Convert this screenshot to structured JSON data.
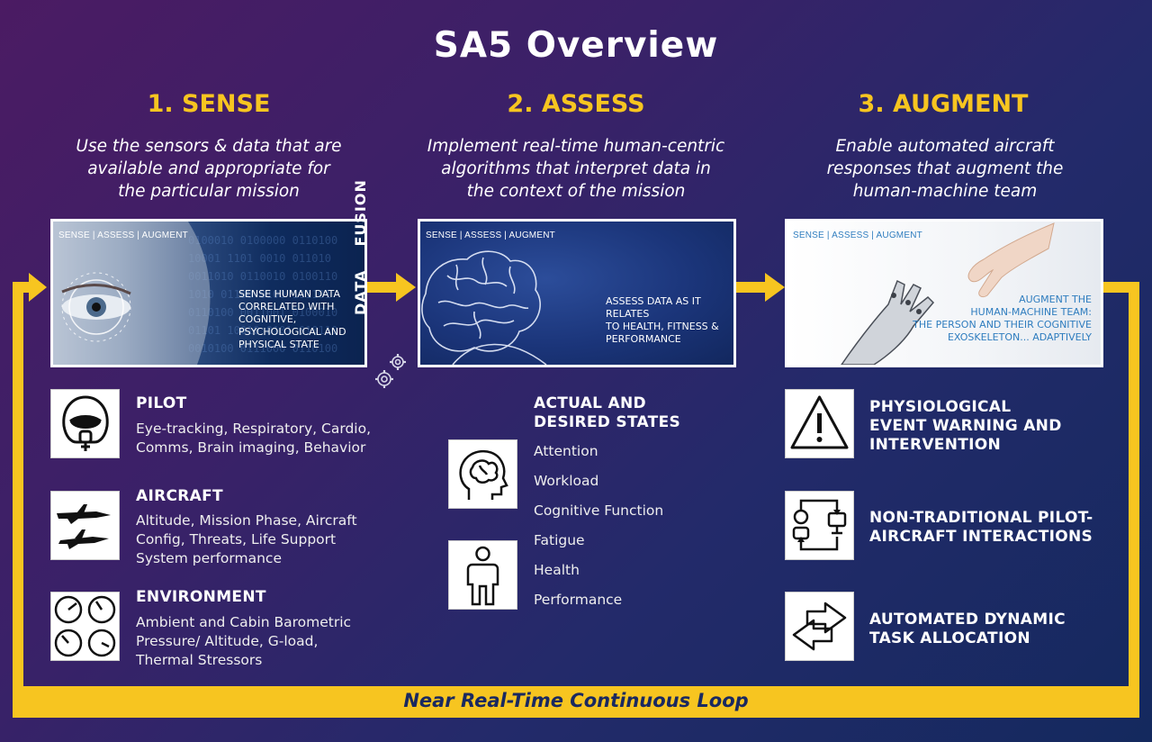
{
  "title": "SA5 Overview",
  "columns": [
    {
      "heading": "1. SENSE",
      "description": [
        "Use the sensors & data that are",
        "available and appropriate for",
        "the particular mission"
      ],
      "panel_tag": "SENSE | ASSESS | AUGMENT",
      "panel_caption": [
        "SENSE HUMAN DATA",
        "CORRELATED WITH COGNITIVE,",
        "PSYCHOLOGICAL AND",
        "PHYSICAL STATE"
      ]
    },
    {
      "heading": "2. ASSESS",
      "description": [
        "Implement real-time human-centric",
        "algorithms that interpret data in",
        "the context of the mission"
      ],
      "panel_tag": "SENSE | ASSESS | AUGMENT",
      "panel_caption": [
        "ASSESS DATA AS IT RELATES",
        "TO HEALTH, FITNESS &",
        "PERFORMANCE"
      ]
    },
    {
      "heading": "3. AUGMENT",
      "description": [
        "Enable automated aircraft",
        "responses that augment the",
        "human-machine team"
      ],
      "panel_tag": "SENSE | ASSESS | AUGMENT",
      "panel_caption": [
        "AUGMENT THE",
        "HUMAN-MACHINE TEAM:",
        "THE PERSON AND THEIR COGNITIVE",
        "EXOSKELETON... ADAPTIVELY"
      ]
    }
  ],
  "fusion": {
    "word1": "DATA",
    "word2": "FUSION"
  },
  "sense_items": [
    {
      "heading": "PILOT",
      "lines": [
        "Eye-tracking, Respiratory, Cardio,",
        "Comms, Brain imaging, Behavior"
      ],
      "icon": "pilot-helmet-icon"
    },
    {
      "heading": "AIRCRAFT",
      "lines": [
        "Altitude, Mission Phase, Aircraft",
        "Config, Threats, Life Support",
        "System performance"
      ],
      "icon": "fighter-jets-icon"
    },
    {
      "heading": "ENVIRONMENT",
      "lines": [
        "Ambient and Cabin Barometric",
        "Pressure/ Altitude, G-load,",
        "Thermal Stressors"
      ],
      "icon": "gauges-icon"
    }
  ],
  "assess": {
    "heading": [
      "ACTUAL AND",
      "DESIRED STATES"
    ],
    "states": [
      "Attention",
      "Workload",
      "Cognitive Function",
      "Fatigue",
      "Health",
      "Performance"
    ]
  },
  "augment_items": [
    {
      "lines": [
        "PHYSIOLOGICAL",
        "EVENT WARNING AND",
        "INTERVENTION"
      ],
      "icon": "warning-triangle-icon"
    },
    {
      "lines": [
        "NON-TRADITIONAL PILOT-",
        "AIRCRAFT INTERACTIONS"
      ],
      "icon": "pilot-aircraft-interaction-icon"
    },
    {
      "lines": [
        "AUTOMATED DYNAMIC",
        "TASK ALLOCATION"
      ],
      "icon": "swap-arrows-icon"
    }
  ],
  "loop_label": "Near Real-Time Continuous Loop",
  "colors": {
    "accent": "#f7c520",
    "background_start": "#4b1b63",
    "background_end": "#14295e"
  }
}
